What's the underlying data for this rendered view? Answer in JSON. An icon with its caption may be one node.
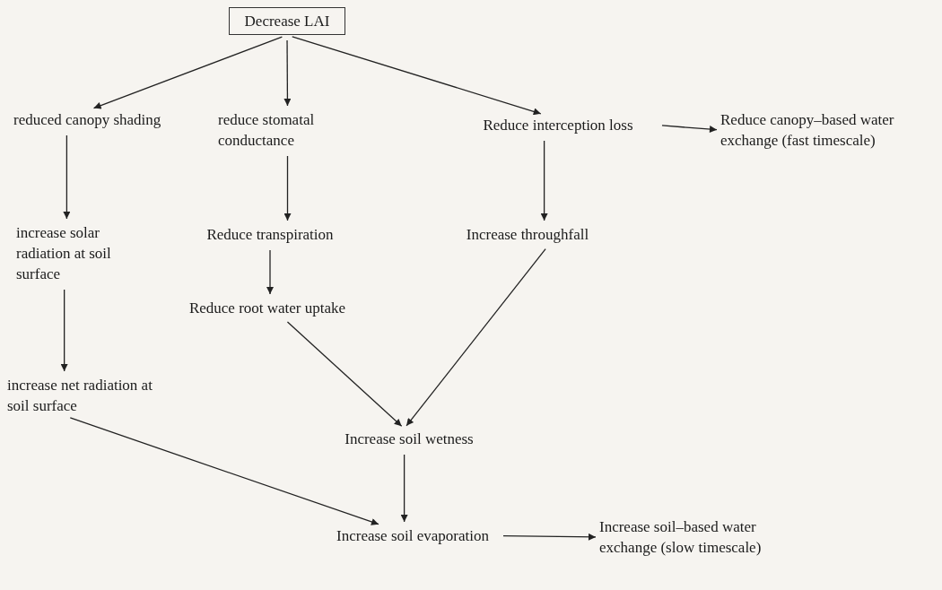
{
  "diagram": {
    "nodes": [
      {
        "text": [
          "Decrease LAI"
        ]
      },
      {
        "text": [
          "reduced canopy shading"
        ]
      },
      {
        "text": [
          "reduce stomatal conductance"
        ]
      },
      {
        "text": [
          "Reduce interception loss"
        ]
      },
      {
        "text": [
          "Reduce canopy–based water exchange (fast timescale)"
        ]
      },
      {
        "text": [
          "increase solar radiation at soil surface"
        ]
      },
      {
        "text": [
          "Reduce transpiration"
        ]
      },
      {
        "text": [
          "Increase throughfall"
        ]
      },
      {
        "text": [
          "Reduce root water uptake"
        ]
      },
      {
        "text": [
          "increase net radiation at soil surface"
        ]
      },
      {
        "text": [
          "Increase soil wetness"
        ]
      },
      {
        "text": [
          "Increase soil evaporation"
        ]
      },
      {
        "text": [
          "Increase soil–based water exchange (slow timescale)"
        ]
      }
    ],
    "edges": [
      {
        "from": 0,
        "to": 1,
        "arrow": "to"
      },
      {
        "from": 0,
        "to": 2,
        "arrow": "to"
      },
      {
        "from": 0,
        "to": 3,
        "arrow": "to"
      },
      {
        "from": 3,
        "to": 4,
        "arrow": "to"
      },
      {
        "from": 1,
        "to": 5,
        "arrow": "to"
      },
      {
        "from": 2,
        "to": 6,
        "arrow": "to"
      },
      {
        "from": 3,
        "to": 7,
        "arrow": "to"
      },
      {
        "from": 5,
        "to": 9,
        "arrow": "to"
      },
      {
        "from": 6,
        "to": 8,
        "arrow": "to"
      },
      {
        "from": 8,
        "to": 10,
        "arrow": "to"
      },
      {
        "from": 7,
        "to": 10,
        "arrow": "to"
      },
      {
        "from": 10,
        "to": 11,
        "arrow": "to"
      },
      {
        "from": 9,
        "to": 11,
        "arrow": "to"
      },
      {
        "from": 11,
        "to": 12,
        "arrow": "to"
      }
    ]
  }
}
